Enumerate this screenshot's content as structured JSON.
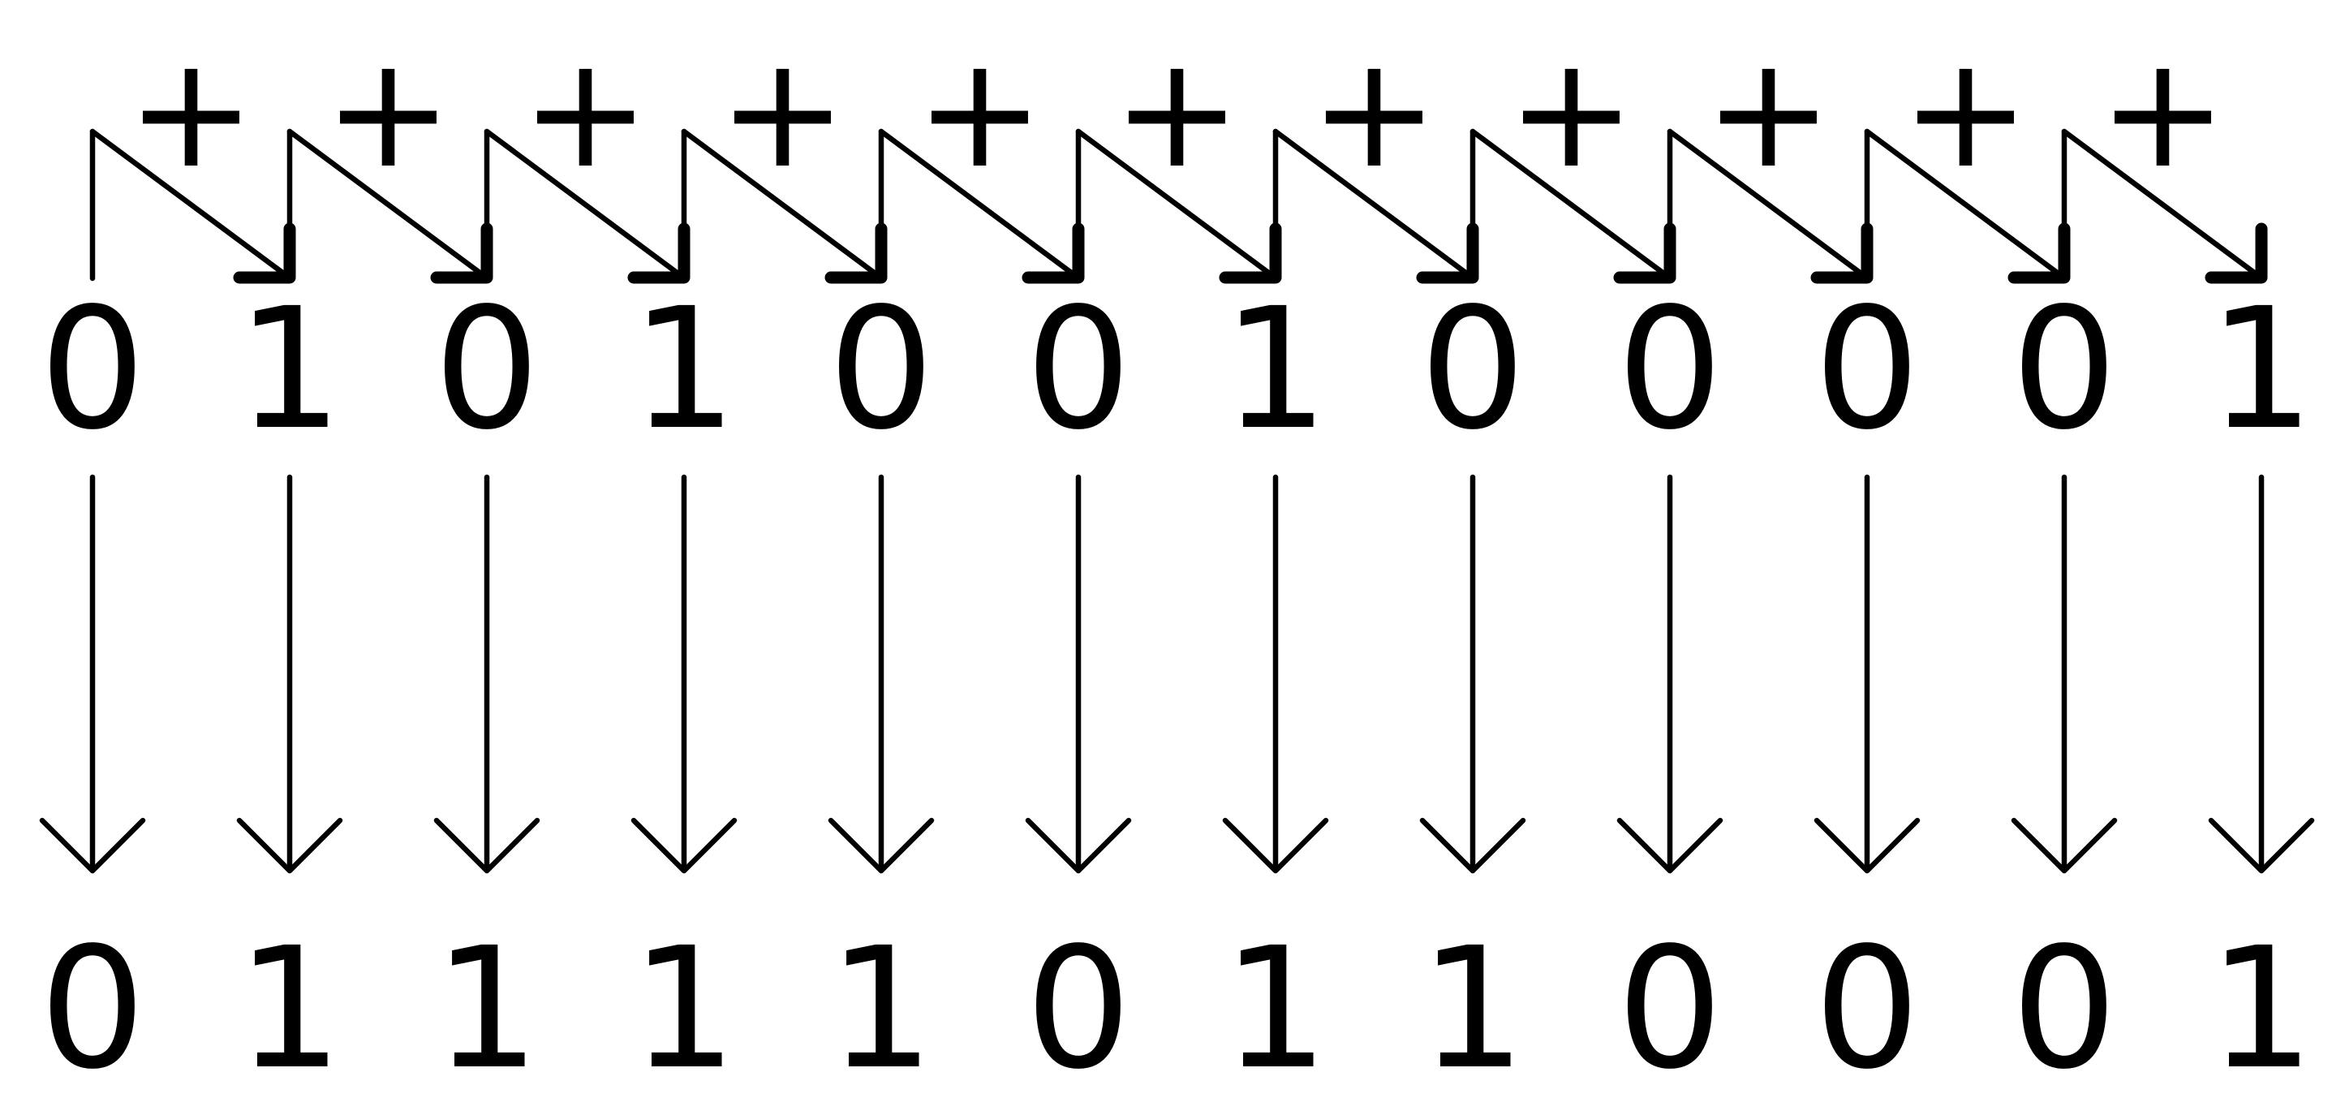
{
  "diagram": {
    "input_bits": [
      "0",
      "1",
      "0",
      "1",
      "0",
      "0",
      "1",
      "0",
      "0",
      "0",
      "0",
      "1"
    ],
    "output_bits": [
      "0",
      "1",
      "1",
      "1",
      "1",
      "0",
      "1",
      "1",
      "0",
      "0",
      "0",
      "1"
    ],
    "operator_symbol": "+",
    "operator_count": 11,
    "colors": {
      "stroke": "#000000",
      "background": "#ffffff"
    }
  }
}
